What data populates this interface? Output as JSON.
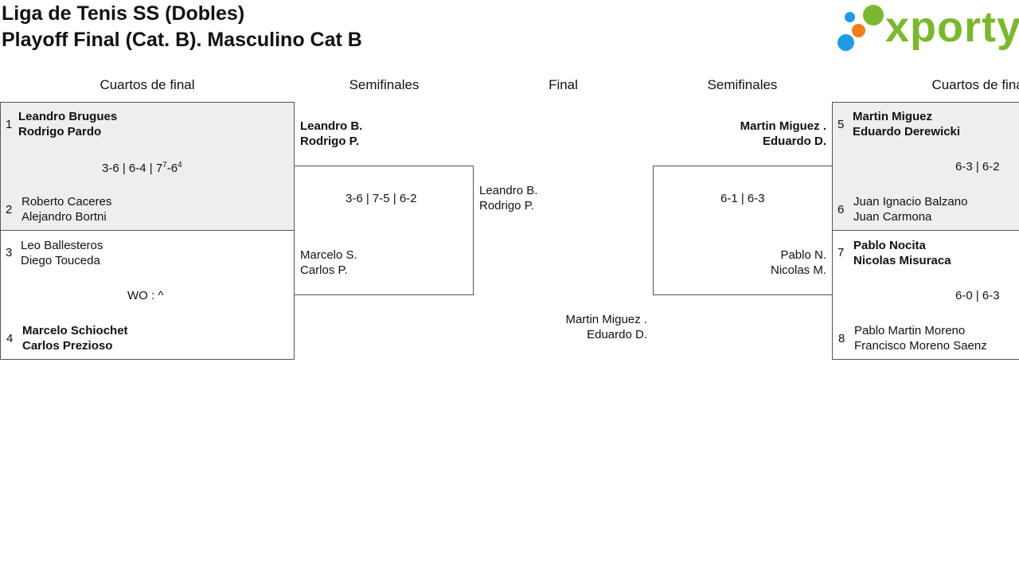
{
  "header": {
    "title_line1": "Liga de Tenis SS (Dobles)",
    "title_line2": "Playoff Final (Cat. B). Masculino Cat B",
    "logo_text": "xporty",
    "logo_colors": {
      "text": "#7cb82f",
      "blue": "#1e9be4",
      "orange": "#f07e1e",
      "green": "#7cb82f"
    }
  },
  "columns": {
    "qf_left": "Cuartos de final",
    "sf_left": "Semifinales",
    "final": "Final",
    "sf_right": "Semifinales",
    "qf_right": "Cuartos de final"
  },
  "qf_left": [
    {
      "top": {
        "seed": "1",
        "p1": "Leandro Brugues",
        "p2": "Rodrigo Pardo",
        "winner": true
      },
      "score": {
        "main": "3-6 | 6-4 | 7",
        "sup1": "7",
        "mid": "-6",
        "sup2": "4"
      },
      "bottom": {
        "seed": "2",
        "p1": "Roberto Caceres",
        "p2": "Alejandro Bortni",
        "winner": false
      }
    },
    {
      "top": {
        "seed": "3",
        "p1": "Leo Ballesteros",
        "p2": "Diego Touceda",
        "winner": false
      },
      "score": {
        "main": "WO : ^"
      },
      "bottom": {
        "seed": "4",
        "p1": "Marcelo Schiochet",
        "p2": "Carlos Prezioso",
        "winner": true
      }
    }
  ],
  "sf_left": {
    "top": {
      "p1": "Leandro B.",
      "p2": "Rodrigo P.",
      "winner": true
    },
    "score": "3-6 | 7-5 | 6-2",
    "bottom": {
      "p1": "Marcelo S.",
      "p2": "Carlos P.",
      "winner": false
    }
  },
  "final": {
    "left": {
      "p1": "Leandro B.",
      "p2": "Rodrigo P."
    },
    "right": {
      "p1": "Martin Miguez .",
      "p2": "Eduardo D."
    }
  },
  "sf_right": {
    "top": {
      "p1": "Martin Miguez .",
      "p2": "Eduardo D.",
      "winner": true
    },
    "score": "6-1 | 6-3",
    "bottom": {
      "p1": "Pablo N.",
      "p2": "Nicolas M.",
      "winner": false
    }
  },
  "qf_right": [
    {
      "top": {
        "seed": "5",
        "p1": "Martin Miguez",
        "p2": "Eduardo Derewicki",
        "winner": true
      },
      "score": "6-3 | 6-2",
      "bottom": {
        "seed": "6",
        "p1": "Juan Ignacio Balzano",
        "p2": "Juan Carmona",
        "winner": false
      }
    },
    {
      "top": {
        "seed": "7",
        "p1": "Pablo Nocita",
        "p2": "Nicolas Misuraca",
        "winner": true
      },
      "score": "6-0 | 6-3",
      "bottom": {
        "seed": "8",
        "p1": "Pablo Martin Moreno",
        "p2": "Francisco Moreno Saenz",
        "winner": false
      }
    }
  ]
}
